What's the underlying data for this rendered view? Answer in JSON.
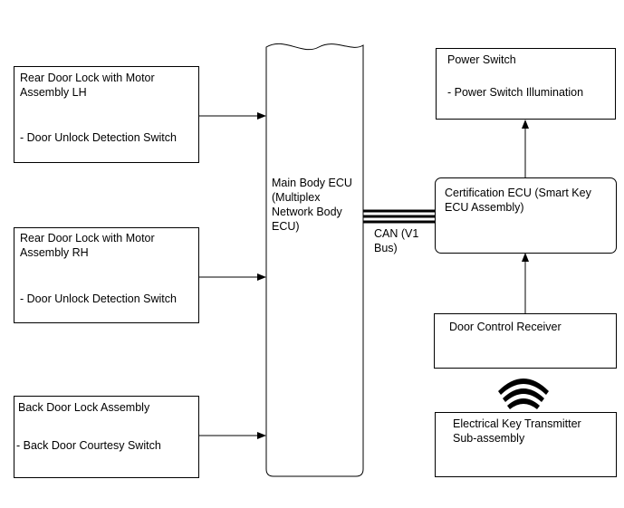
{
  "boxes": {
    "rear_lh": {
      "title": "Rear Door Lock with Motor\nAssembly LH",
      "item": "- Door Unlock Detection Switch"
    },
    "rear_rh": {
      "title": "Rear Door Lock with Motor\nAssembly RH",
      "item": "- Door Unlock Detection Switch"
    },
    "back_door": {
      "title": "Back Door Lock Assembly",
      "item": "- Back Door Courtesy Switch"
    },
    "main_ecu": {
      "title": "Main Body ECU\n(Multiplex\nNetwork Body\nECU)"
    },
    "power_switch": {
      "title": "Power Switch",
      "item": "- Power Switch Illumination"
    },
    "certification_ecu": {
      "title": "Certification ECU (Smart Key\nECU Assembly)"
    },
    "door_control_receiver": {
      "title": "Door Control Receiver"
    },
    "key_transmitter": {
      "title": "Electrical Key Transmitter\nSub-assembly"
    }
  },
  "bus": {
    "label": "CAN (V1\nBus)"
  },
  "icons": {
    "wireless": "radio-waves-icon"
  }
}
